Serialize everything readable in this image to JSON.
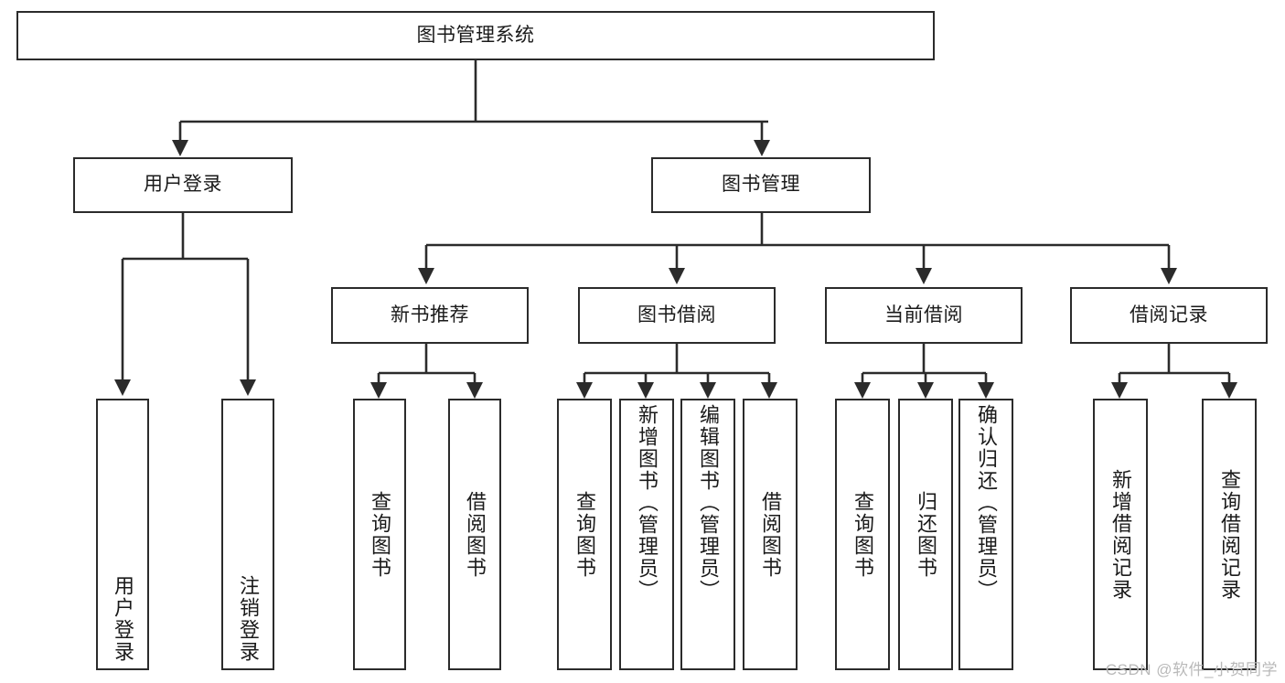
{
  "diagram": {
    "type": "tree",
    "title": "图书管理系统",
    "watermark": "CSDN @软件_小贺同学",
    "colors": {
      "box_border": "#2b2b2b",
      "box_fill": "#ffffff",
      "connector": "#2b2b2b",
      "text": "#1a1a1a",
      "watermark": "#b9b9b9",
      "background": "#ffffff"
    },
    "levels": {
      "root": {
        "label": "图书管理系统"
      },
      "level2": [
        {
          "id": "user-login",
          "label": "用户登录"
        },
        {
          "id": "book-management",
          "label": "图书管理"
        }
      ],
      "level3": [
        {
          "id": "new-book-recommend",
          "label": "新书推荐"
        },
        {
          "id": "book-borrow",
          "label": "图书借阅"
        },
        {
          "id": "current-borrow",
          "label": "当前借阅"
        },
        {
          "id": "borrow-record",
          "label": "借阅记录"
        }
      ],
      "leaves": {
        "user-login": [
          {
            "id": "leaf-user-login",
            "label": "用户登录"
          },
          {
            "id": "leaf-user-logout",
            "label": "注销登录"
          }
        ],
        "new-book-recommend": [
          {
            "id": "leaf-query-book-1",
            "label": "查询图书"
          },
          {
            "id": "leaf-borrow-book-1",
            "label": "借阅图书"
          }
        ],
        "book-borrow": [
          {
            "id": "leaf-query-book-2",
            "label": "查询图书"
          },
          {
            "id": "leaf-add-book",
            "label": "新增图书（管理员）"
          },
          {
            "id": "leaf-edit-book",
            "label": "编辑图书（管理员）"
          },
          {
            "id": "leaf-borrow-book-2",
            "label": "借阅图书"
          }
        ],
        "current-borrow": [
          {
            "id": "leaf-query-book-3",
            "label": "查询图书"
          },
          {
            "id": "leaf-return-book",
            "label": "归还图书"
          },
          {
            "id": "leaf-confirm-return",
            "label": "确认归还（管理员）"
          }
        ],
        "borrow-record": [
          {
            "id": "leaf-add-record",
            "label": "新增借阅记录"
          },
          {
            "id": "leaf-query-record",
            "label": "查询借阅记录"
          }
        ]
      }
    }
  }
}
